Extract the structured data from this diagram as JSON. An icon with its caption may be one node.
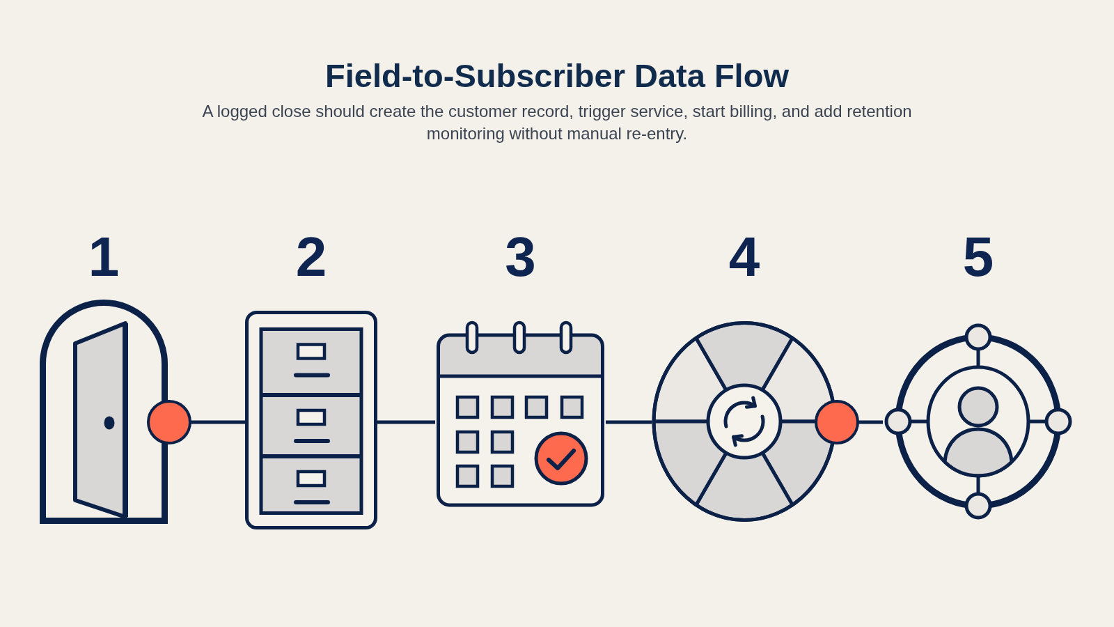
{
  "diagram": {
    "title": "Field-to-Subscriber Data Flow",
    "caption": "A logged close should create the customer record, trigger service, start billing, and add retention monitoring without manual re-entry.",
    "nodes": [
      {
        "text": [
          "1"
        ]
      },
      {
        "text": [
          "2"
        ]
      },
      {
        "text": [
          "3"
        ]
      },
      {
        "text": [
          "4"
        ]
      },
      {
        "text": [
          "5"
        ]
      }
    ],
    "edges": [
      {
        "from": 0,
        "to": 1,
        "arrow": "other"
      },
      {
        "from": 1,
        "to": 2,
        "arrow": "none"
      },
      {
        "from": 2,
        "to": 3,
        "arrow": "none"
      },
      {
        "from": 3,
        "to": 4,
        "arrow": "other"
      }
    ]
  }
}
